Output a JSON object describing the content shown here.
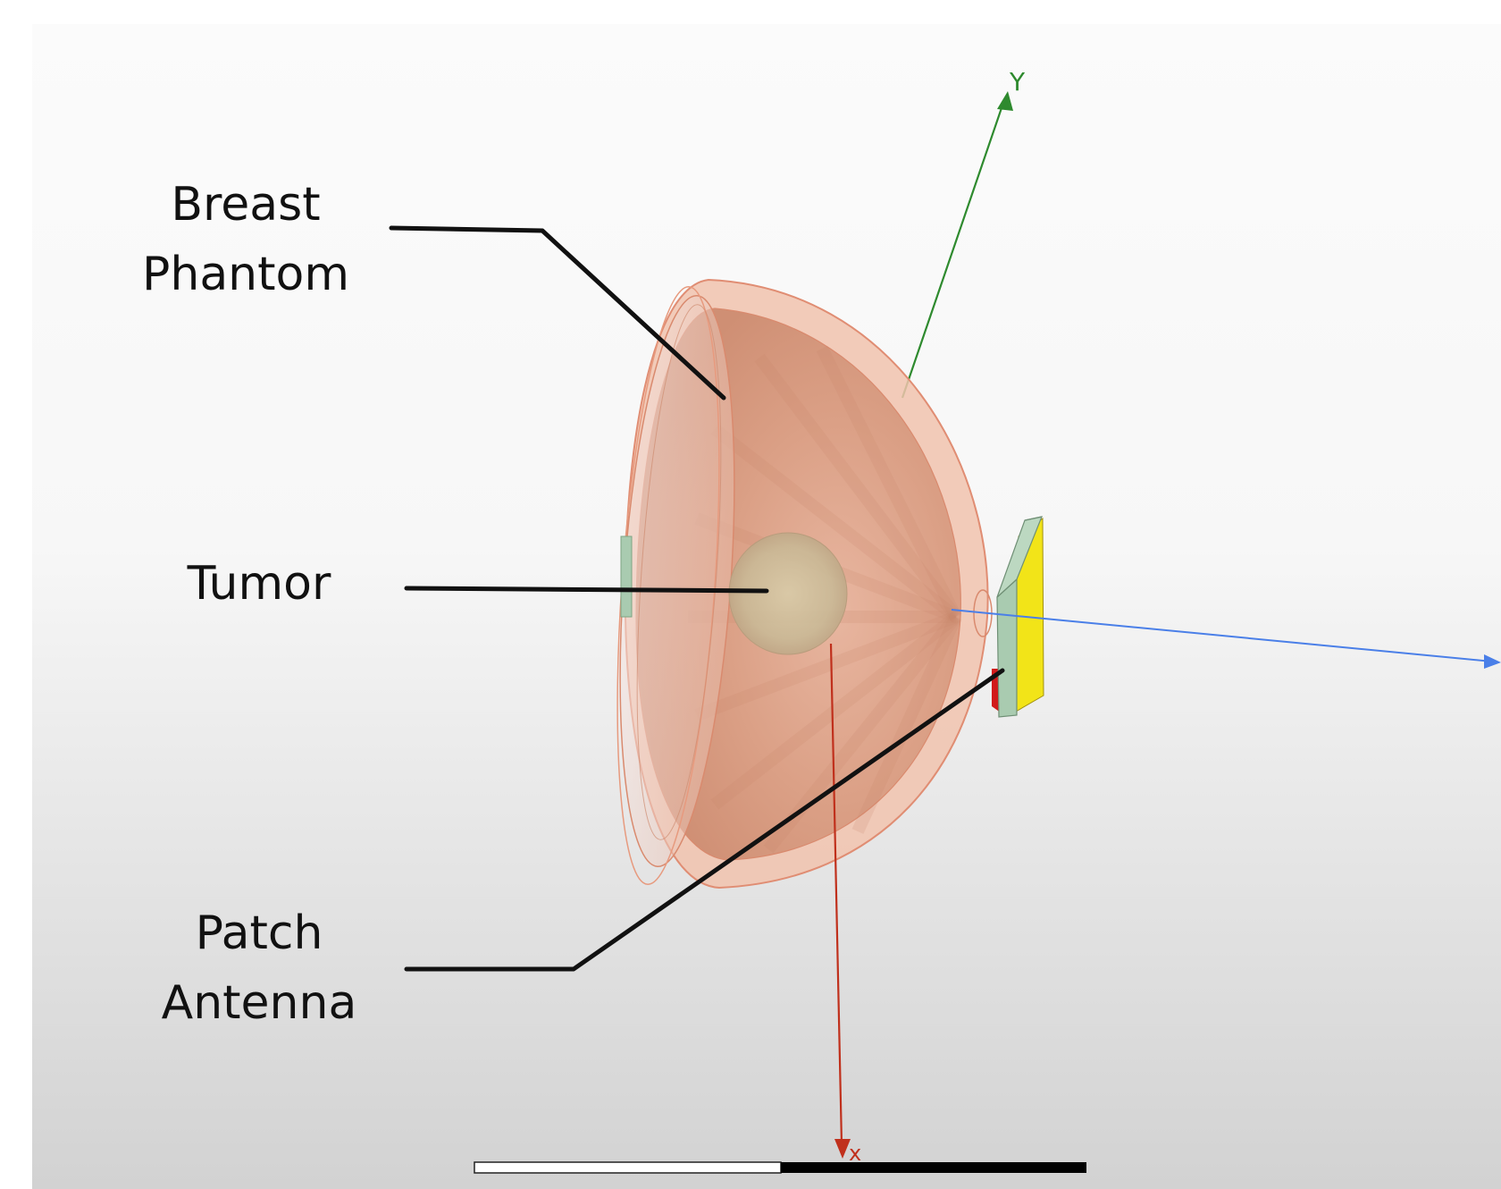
{
  "labels": {
    "breast_phantom": [
      "Breast",
      "Phantom"
    ],
    "tumor": [
      "Tumor"
    ],
    "patch_antenna": [
      "Patch",
      "Antenna"
    ]
  },
  "axes": {
    "y": {
      "letter": "Y",
      "color": "#2e8a2e"
    },
    "x": {
      "letter": "x",
      "color": "#c0301c"
    },
    "z": {
      "letter": "",
      "color": "#4a7fe8"
    }
  },
  "colors": {
    "phantom_fill": "#e3a285",
    "tumor_fill": "#cfc09a",
    "patch_face": "#f2e418",
    "substrate": "#a9cbb0",
    "callout_line": "#111111"
  },
  "scale_bar": {
    "segments": [
      "white",
      "black"
    ]
  }
}
